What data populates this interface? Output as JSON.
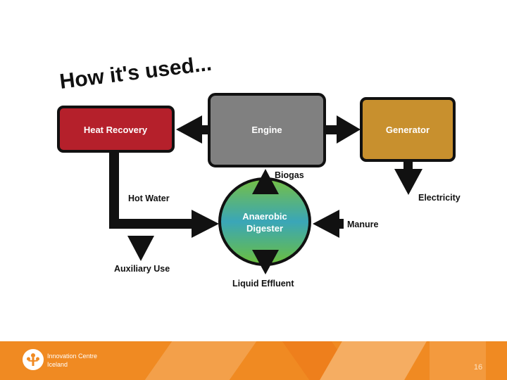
{
  "slide": {
    "title": "How it's used...",
    "page_number": "16"
  },
  "diagram": {
    "boxes": {
      "heat_recovery": "Heat Recovery",
      "engine": "Engine",
      "generator": "Generator",
      "digester_line1": "Anaerobic",
      "digester_line2": "Digester"
    },
    "flows": {
      "biogas": "Biogas",
      "hot_water": "Hot Water",
      "electricity": "Electricity",
      "manure": "Manure",
      "auxiliary_use": "Auxiliary Use",
      "liquid_effluent": "Liquid Effluent"
    },
    "colors": {
      "heat_recovery": "#b5202b",
      "engine": "#808080",
      "generator": "#c8902e",
      "digester_top": "#76c043",
      "digester_mid": "#3aa6b8",
      "digester_bottom": "#6cbf3c",
      "outline": "#111111"
    }
  },
  "footer": {
    "org_line1": "Innovation Centre",
    "org_line2": "Iceland",
    "logo_icon": "tree-people-icon",
    "accent": "#f08a22"
  }
}
